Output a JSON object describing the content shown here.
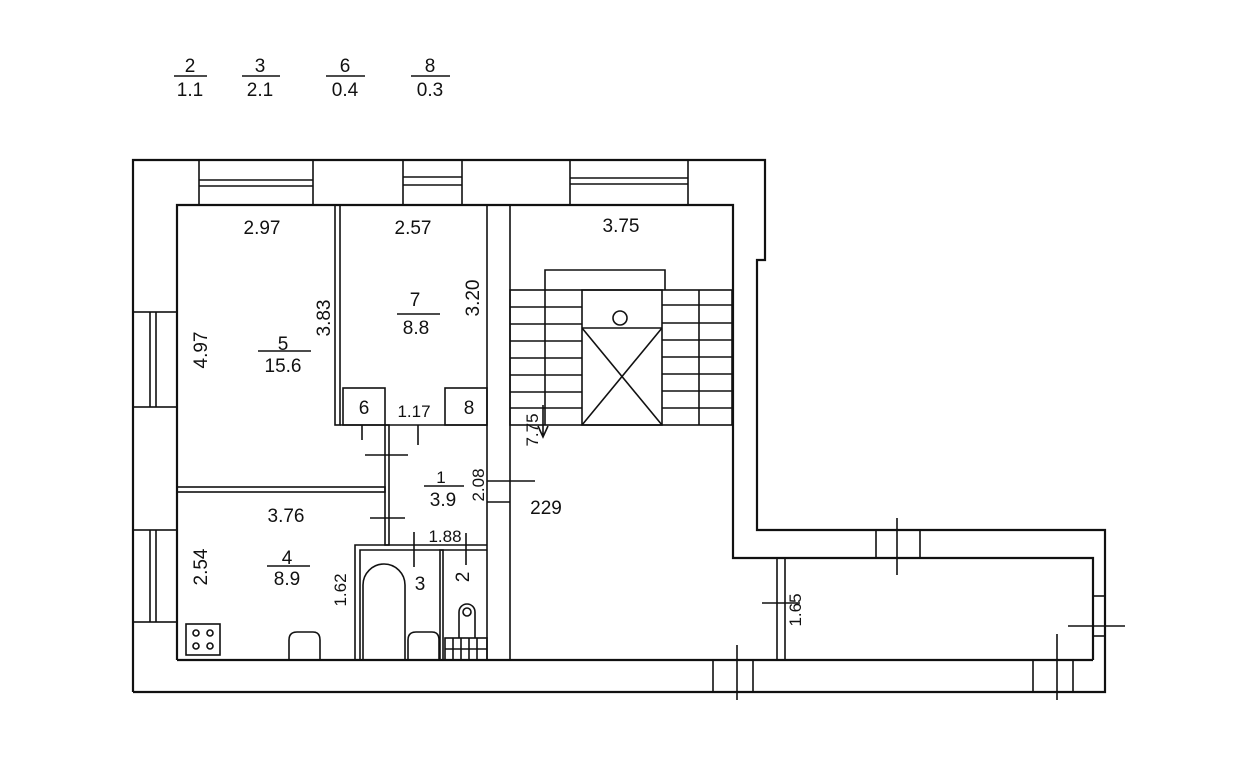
{
  "legend": [
    {
      "room": "2",
      "area": "1.1"
    },
    {
      "room": "3",
      "area": "2.1"
    },
    {
      "room": "6",
      "area": "0.4"
    },
    {
      "room": "8",
      "area": "0.3"
    }
  ],
  "rooms": {
    "r5": {
      "number": "5",
      "area": "15.6",
      "width": "2.97",
      "depth": "4.97",
      "side": "3.83"
    },
    "r7": {
      "number": "7",
      "area": "8.8",
      "width": "2.57",
      "depth": "3.20"
    },
    "r6": {
      "number": "6"
    },
    "r8": {
      "number": "8"
    },
    "closet_gap": "1.17",
    "r1": {
      "number": "1",
      "area": "3.9",
      "depth": "2.08",
      "width": "1.88"
    },
    "r4": {
      "number": "4",
      "area": "8.9",
      "width": "3.76",
      "depth": "2.54"
    },
    "r3": {
      "number": "3",
      "depth": "1.62"
    },
    "r2": {
      "number": "2"
    }
  },
  "stairwell": {
    "width": "3.75",
    "depth": "7.75",
    "lower": "229"
  },
  "annex": {
    "depth": "1.65"
  }
}
